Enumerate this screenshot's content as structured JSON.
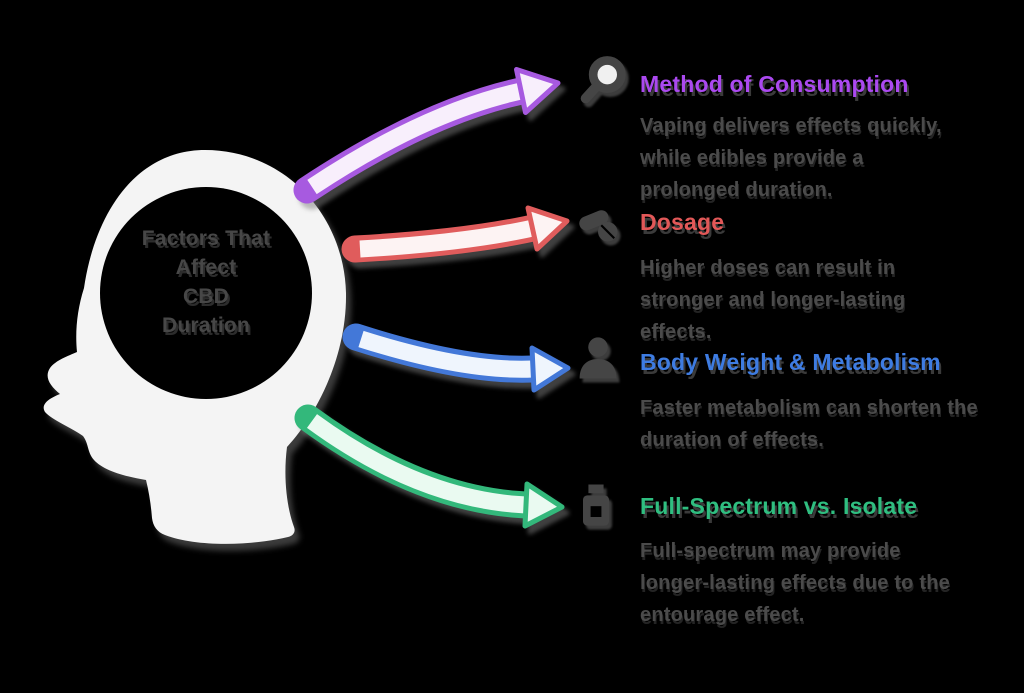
{
  "figure": {
    "background": "#000000",
    "head": {
      "title_lines": [
        "Factors That",
        "Affect",
        "CBD",
        "Duration"
      ],
      "fill": "#f4f4f4",
      "text_color": "#474747"
    },
    "body_text_color": "#4b4b4b",
    "icon_color": "#454545",
    "sections": [
      {
        "icon": "magnifier-icon",
        "heading": "Method of Consumption",
        "heading_color": "#ab49f0",
        "arrow_color": "#a75ae0",
        "arrow_fill": "#f8effc",
        "body_lines": [
          "Vaping delivers effects quickly,",
          "while edibles provide a",
          "prolonged duration."
        ]
      },
      {
        "icon": "pills-icon",
        "heading": "Dosage",
        "heading_color": "#e25858",
        "arrow_color": "#e05c5c",
        "arrow_fill": "#fdf3f3",
        "body_lines": [
          "Higher doses can result in",
          "stronger and longer-lasting",
          "effects."
        ]
      },
      {
        "icon": "body-icon",
        "heading": "Body Weight & Metabolism",
        "heading_color": "#3e7ce2",
        "arrow_color": "#4378d8",
        "arrow_fill": "#eff5fd",
        "body_lines": [
          "Faster metabolism can shorten the",
          "duration of effects."
        ]
      },
      {
        "icon": "dropper-bottle-icon",
        "heading": "Full-Spectrum vs. Isolate",
        "heading_color": "#2fbe80",
        "arrow_color": "#33b87b",
        "arrow_fill": "#eafaf1",
        "body_lines": [
          "Full-spectrum may provide",
          "longer-lasting effects due to the",
          "entourage effect."
        ]
      }
    ]
  }
}
